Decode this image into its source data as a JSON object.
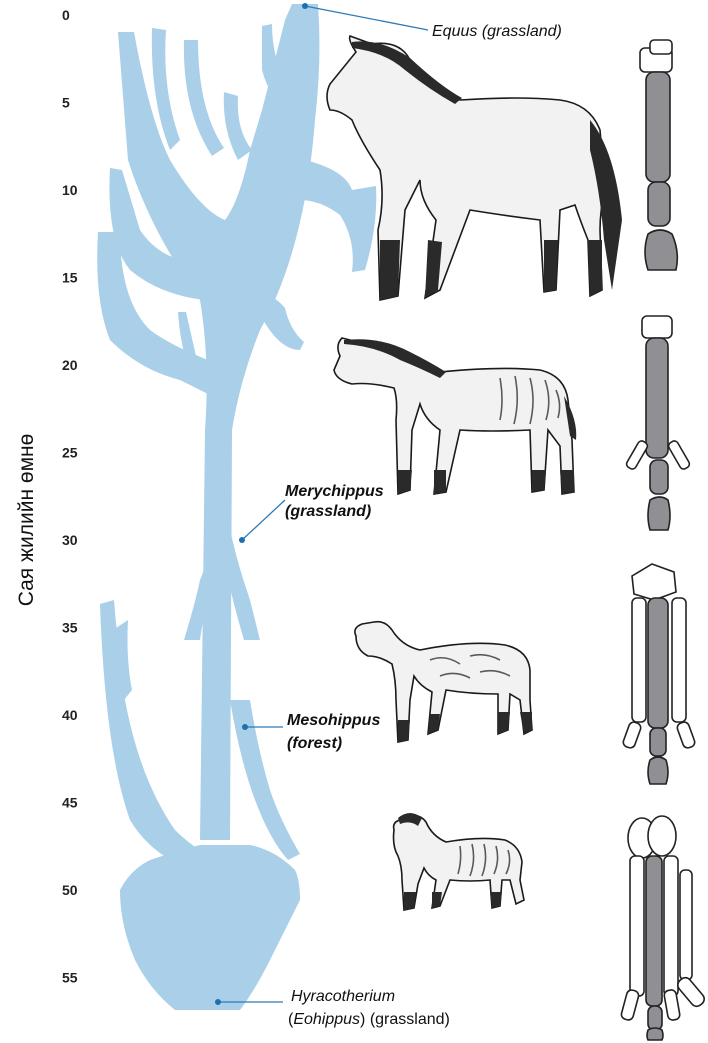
{
  "axis": {
    "label": "Сая жилийн өмнө",
    "ticks": [
      "0",
      "5",
      "10",
      "15",
      "20",
      "25",
      "30",
      "35",
      "40",
      "45",
      "50",
      "55"
    ]
  },
  "labels": {
    "equus": "Equus (grassland)",
    "merychippus_1": "Merychippus",
    "merychippus_2": "(grassland)",
    "mesohippus_1": "Mesohippus",
    "mesohippus_2": "(forest)",
    "hyracotherium_1": "Hyracotherium",
    "hyracotherium_2a": "(",
    "hyracotherium_2b": "Eohippus",
    "hyracotherium_2c": ") (grassland)"
  },
  "colors": {
    "tree": "#aacfe9",
    "leader": "#2b7bb9",
    "bone": "#8f8f94"
  },
  "icons": [
    "equus-horse-illustration",
    "merychippus-illustration",
    "mesohippus-illustration",
    "hyracotherium-illustration",
    "foot-bones"
  ]
}
